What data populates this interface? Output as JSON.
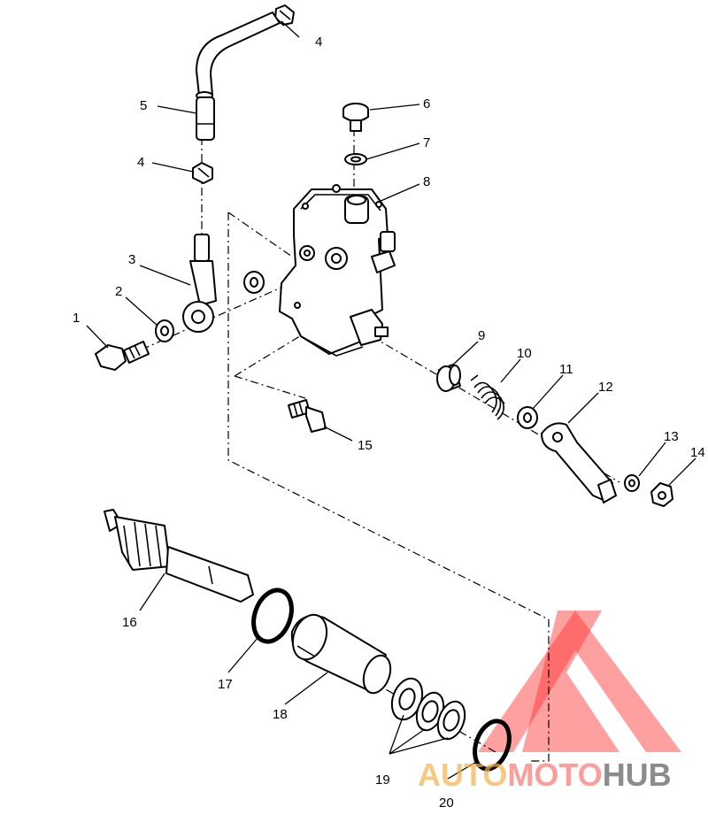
{
  "callouts": [
    "1",
    "2",
    "3",
    "4",
    "5",
    "6",
    "7",
    "8",
    "9",
    "10",
    "11",
    "12",
    "13",
    "14",
    "15",
    "16",
    "17",
    "18",
    "19",
    "20"
  ],
  "callout_4_repeat": "4",
  "watermark": {
    "part1": "AUTO",
    "part2": "MOTO",
    "part3": "HUB",
    "color_orange": "#f4b24a",
    "color_red": "#ff5a5a",
    "color_dark": "#666666"
  }
}
